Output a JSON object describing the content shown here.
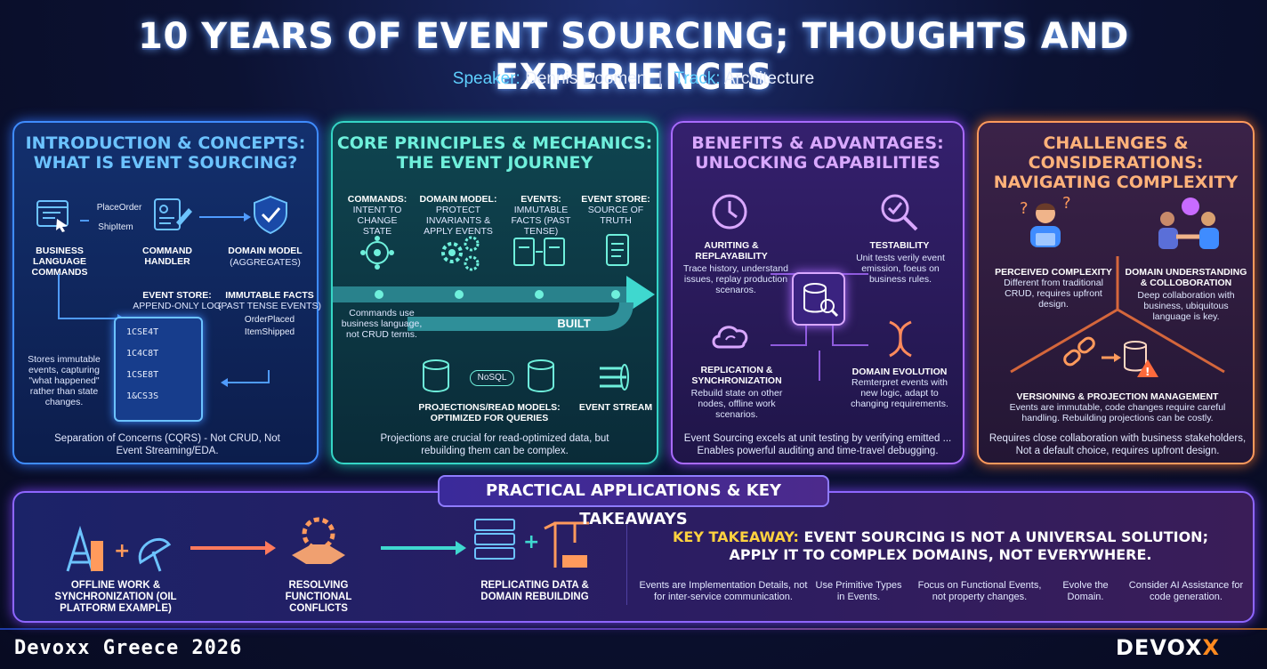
{
  "header": {
    "title": "10 YEARS OF EVENT SOURCING; THOUGHTS AND EXPERIENCES",
    "speaker_label": "Speaker:",
    "speaker": "Dennis Doomen",
    "separator": "|",
    "track_label": "Track:",
    "track": "Architecture"
  },
  "intro": {
    "title_line1": "INTRODUCTION & CONCEPTS:",
    "title_line2": "WHAT IS EVENT SOURCING?",
    "cmd1": "PlaceOrder",
    "cmd2": "ShipItem",
    "business_label": "BUSINESS LANGUAGE COMMANDS",
    "handler_label": "COMMAND HANDLER",
    "domain_label": "DOMAIN MODEL",
    "domain_sub": "(AGGREGATES)",
    "store_label": "EVENT STORE:",
    "store_sub": "APPEND-ONLY LOG",
    "facts_label": "IMMUTABLE FACTS",
    "facts_sub": "(PAST TENSE EVENTS)",
    "fact1": "OrderPlaced",
    "fact2": "ItemShipped",
    "log_rows": [
      "1CSE4T",
      "1C4C8T",
      "1CSE8T",
      "1&CS3S"
    ],
    "stores_text": "Stores immutable events, capturing \"what happened\" rather than state changes.",
    "footer": "Separation of Concerns (CQRS) - Not CRUD, Not Event Streaming/EDA."
  },
  "core": {
    "title_line1": "CORE PRINCIPLES & MECHANICS:",
    "title_line2": "THE EVENT JOURNEY",
    "commands_label": "COMMANDS:",
    "commands_sub": "INTENT TO CHANGE STATE",
    "model_label": "DOMAIN MODEL:",
    "model_sub": "PROTECT INVARIANTS & APPLY EVENTS",
    "events_label": "EVENTS:",
    "events_sub": "IMMUTABLE FACTS (PAST TENSE)",
    "store_label": "EVENT STORE:",
    "store_sub": "SOURCE OF TRUTH",
    "commands_note": "Commands use business language, not CRUD terms.",
    "built": "BUILT",
    "nosql": "NoSQL",
    "projections_label": "PROJECTIONS/READ MODELS:",
    "projections_sub": "OPTIMIZED FOR QUERIES",
    "stream_label": "EVENT STREAM",
    "footer": "Projections are crucial for read-optimized data, but rebuilding them can be complex."
  },
  "benefits": {
    "title_line1": "BENEFITS & ADVANTAGES:",
    "title_line2": "UNLOCKING CAPABILITIES",
    "auditing_label": "AURITING & REPLAYABILITY",
    "auditing_text": "Trace history, understand issues, replay production scenaros.",
    "testability_label": "TESTABILITY",
    "testability_text": "Unit tests verily event emission, foeus on business rules.",
    "replication_label": "REPLICATION & SYNCHRONIZATION",
    "replication_text": "Rebuild state on other nodes, offline work scenarios.",
    "evolution_label": "DOMAIN EVOLUTION",
    "evolution_text": "Remterpret events with new logic, adapt to changing requirements.",
    "footer": "Event Sourcing excels at unit testing by verifying emitted ... Enables powerful auditing and time-travel debugging."
  },
  "challenges": {
    "title_line1": "CHALLENGES & CONSIDERATIONS:",
    "title_line2": "NAVIGATING COMPLEXITY",
    "complexity_label": "PERCEIVED COMPLEXITY",
    "complexity_text": "Different from traditional CRUD, requires upfront design.",
    "domain_label": "DOMAIN UNDERSTANDING & COLLOBORATION",
    "domain_text": "Deep collaboration with business, ubiquitous language is key.",
    "versioning_label": "VERSIONING & PROJECTION MANAGEMENT",
    "versioning_text": "Events are immutable, code changes require careful handling. Rebuilding projections can be costly.",
    "footer": "Requires close collaboration with business stakeholders, Not a default choice, requires upfront design."
  },
  "practical": {
    "banner": "PRACTICAL APPLICATIONS & KEY TAKEAWAYS",
    "app1": "OFFLINE WORK & SYNCHRONIZATION (OIL PLATFORM EXAMPLE)",
    "app2": "RESOLVING FUNCTIONAL CONFLICTS",
    "app3": "REPLICATING DATA & DOMAIN REBUILDING",
    "plus": "+",
    "takeaway_label": "KEY TAKEAWAY:",
    "takeaway_text": "EVENT SOURCING IS NOT A UNIVERSAL SOLUTION; APPLY IT TO COMPLEX DOMAINS, NOT EVERYWHERE.",
    "tips": [
      "Events are Implementation Details, not for inter-service communication.",
      "Use Primitive Types in Events.",
      "Focus on Functional Events, not property changes.",
      "Evolve the Domain.",
      "Consider AI Assistance for code generation."
    ]
  },
  "footer": {
    "event": "Devoxx Greece 2026",
    "logo_main": "DEVOX",
    "logo_x": "X"
  },
  "colors": {
    "blue": "#3f8cff",
    "teal": "#35d6c6",
    "purple": "#a96bff",
    "orange": "#ff9a5c",
    "yellow": "#ffd23f"
  }
}
